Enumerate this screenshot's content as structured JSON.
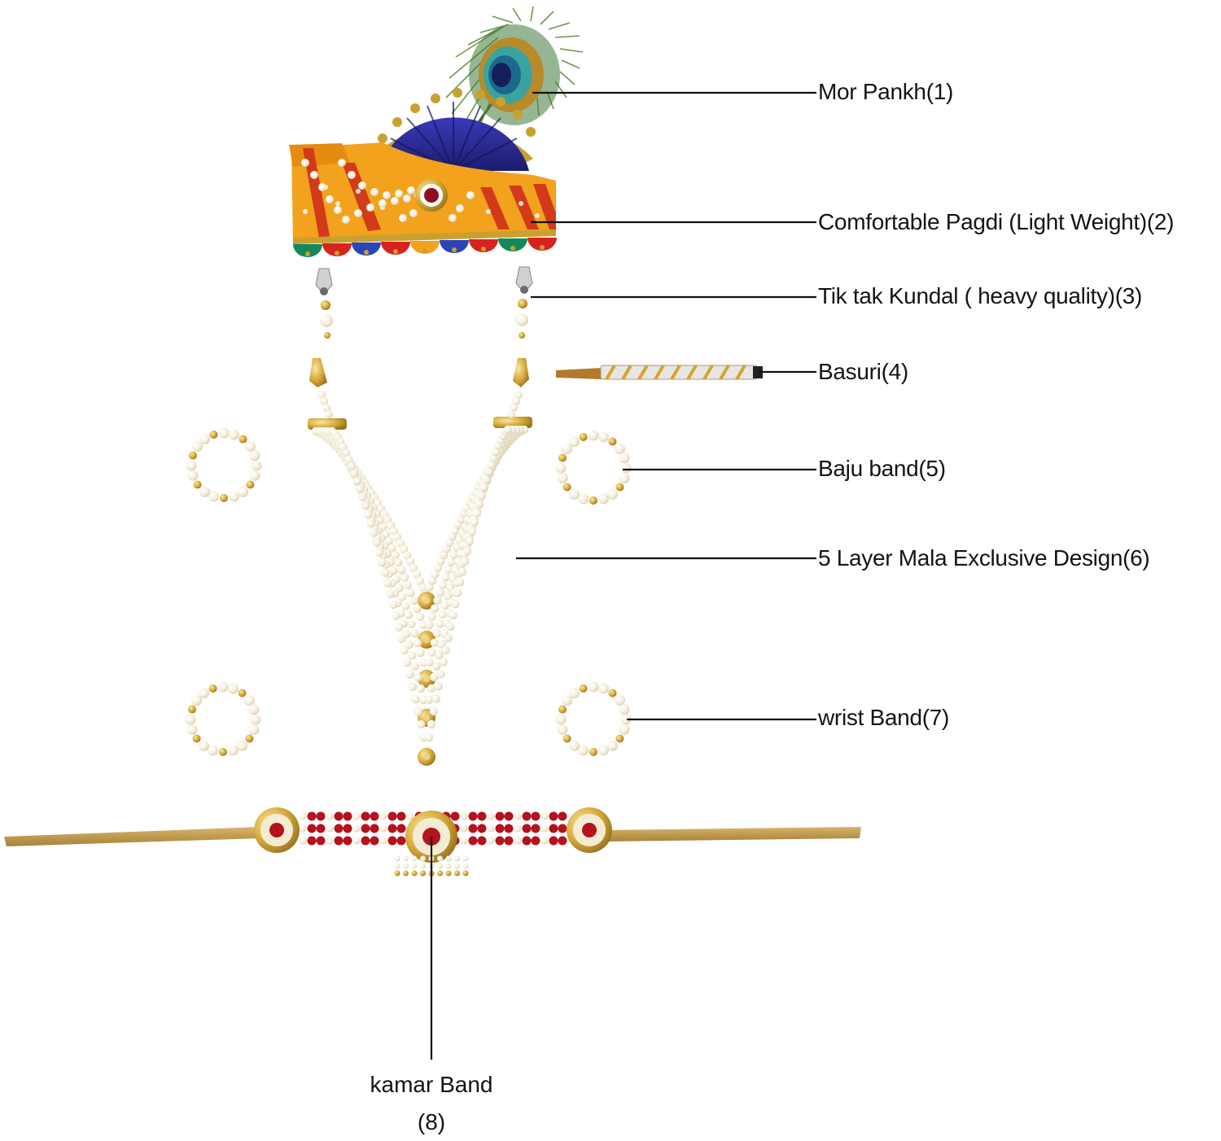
{
  "labels": {
    "l1": "Mor Pankh(1)",
    "l2": "Comfortable Pagdi (Light Weight)(2)",
    "l3": "Tik tak Kundal ( heavy quality)(3)",
    "l4": "Basuri(4)",
    "l5": "Baju band(5)",
    "l6": "5 Layer Mala Exclusive Design(6)",
    "l7": "wrist Band(7)",
    "l8a": "kamar Band",
    "l8b": "(8)"
  },
  "icons": [
    "peacock-feather-icon",
    "turban-icon",
    "earring-icon",
    "flute-icon",
    "armlet-icon",
    "necklace-icon",
    "bracelet-icon",
    "waist-belt-icon"
  ],
  "colors": {
    "turban_orange": "#f2a21c",
    "turban_red": "#d23a1a",
    "fan_blue": "#2a2a9a",
    "pearl": "#f7f2e2",
    "gold": "#c9a130",
    "ruby": "#b3121e",
    "feather_green": "#2f6b3a",
    "leader_line": "#111111"
  }
}
